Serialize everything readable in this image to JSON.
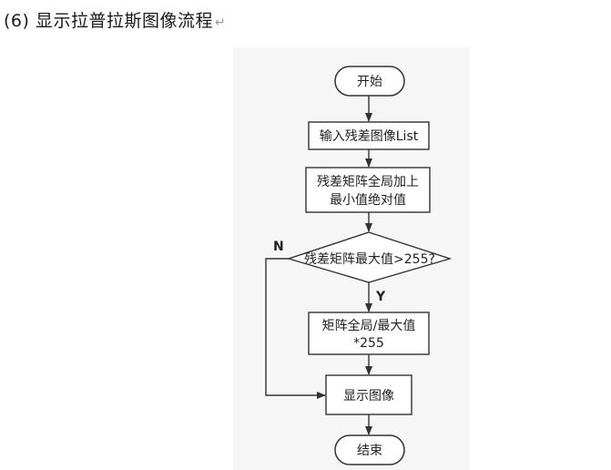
{
  "document": {
    "heading": "(6) 显示拉普拉斯图像流程",
    "paragraph_mark": "↵"
  },
  "flowchart": {
    "start": "开始",
    "step_input": "输入残差图像List",
    "step_add_line1": "残差矩阵全局加上",
    "step_add_line2": "最小值绝对值",
    "decision": "残差矩阵最大值>255?",
    "branch_no": "N",
    "branch_yes": "Y",
    "step_scale_line1": "矩阵全局/最大值",
    "step_scale_line2": "*255",
    "step_show": "显示图像",
    "end": "结束"
  }
}
